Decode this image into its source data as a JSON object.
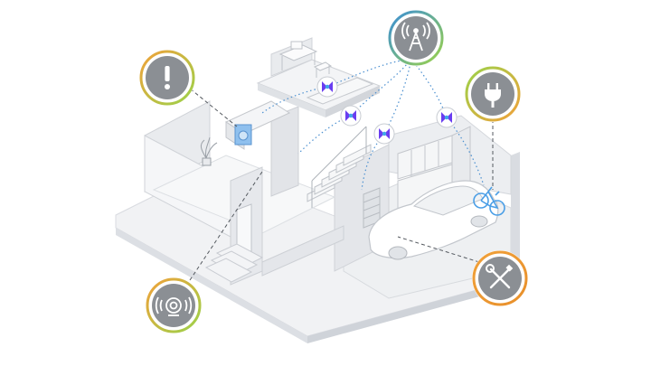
{
  "colors": {
    "background": "#ffffff",
    "wall": "#e6e8ec",
    "wall_dark": "#d5d8de",
    "floor": "#f3f4f6",
    "line": "#c9ccd2",
    "badge_fill": "#8b8f94",
    "ring_orange": "#f0a13a",
    "ring_green": "#9bd24a",
    "ring_blue": "#3b8fd6",
    "connection_dots": "#4a8fd0",
    "guide_lines": "#555a60",
    "node_purple": "#6a3df0",
    "node_blue": "#3fa7e8",
    "accent_blue": "#4a9ee6"
  },
  "badges": [
    {
      "id": "alert",
      "icon": "exclamation-icon",
      "ring": "orange-green"
    },
    {
      "id": "antenna",
      "icon": "antenna-icon",
      "ring": "blue"
    },
    {
      "id": "power",
      "icon": "power-plug-icon",
      "ring": "green-orange"
    },
    {
      "id": "maintenance",
      "icon": "wrench-screwdriver-icon",
      "ring": "orange"
    },
    {
      "id": "smoke-detector",
      "icon": "smoke-detector-icon",
      "ring": "orange-green"
    }
  ],
  "nodes": [
    {
      "id": "node-1",
      "icon": "mesh-node-icon"
    },
    {
      "id": "node-2",
      "icon": "mesh-node-icon"
    },
    {
      "id": "node-3",
      "icon": "mesh-node-icon"
    },
    {
      "id": "node-4",
      "icon": "mesh-node-icon"
    }
  ]
}
